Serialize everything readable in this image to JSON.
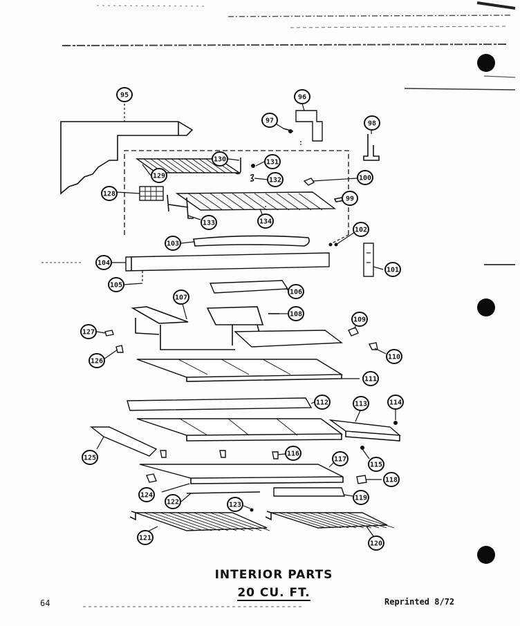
{
  "caption": {
    "line1": "INTERIOR  PARTS",
    "line2": "20 CU. FT."
  },
  "page_number": "64",
  "reprint_note": "Reprinted 8/72",
  "callouts": [
    "95",
    "96",
    "97",
    "98",
    "99",
    "100",
    "101",
    "102",
    "103",
    "104",
    "105",
    "106",
    "107",
    "108",
    "109",
    "110",
    "111",
    "112",
    "113",
    "114",
    "115",
    "116",
    "117",
    "118",
    "119",
    "120",
    "121",
    "122",
    "123",
    "124",
    "125",
    "126",
    "127",
    "128",
    "129",
    "130",
    "131",
    "132",
    "133",
    "134"
  ]
}
